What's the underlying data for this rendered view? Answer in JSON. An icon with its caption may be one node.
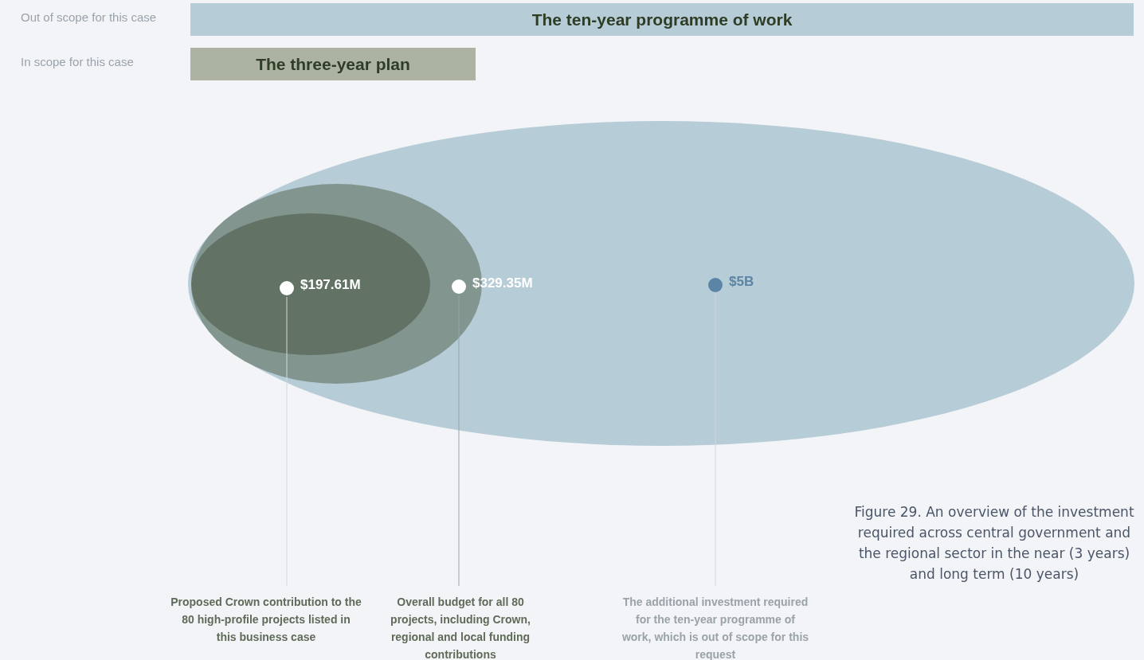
{
  "diagram": {
    "caption": "Figure 29. An overview of the investment required across central government and the regional sector in the near (3 years) and long term (10 years)",
    "nodes": [
      {
        "text": [
          "The ten-year programme of work"
        ]
      },
      {
        "text": [
          "The three-year plan"
        ]
      },
      {
        "text": [],
        "shape": "ellipse"
      },
      {
        "text": [],
        "shape": "ellipse",
        "in": 2
      },
      {
        "text": [],
        "shape": "ellipse",
        "in": 3
      },
      {
        "text": [
          "$197.61M"
        ],
        "in": 4
      },
      {
        "text": [
          "$329.35M"
        ],
        "in": 3
      },
      {
        "text": [
          "$5B"
        ],
        "in": 2
      },
      {
        "text": [
          "Proposed Crown contribution to the 80 high-profile projects listed in this business case"
        ]
      },
      {
        "text": [
          "Overall budget for all 80 projects, including Crown, regional and local funding contributions"
        ]
      },
      {
        "text": [
          "The additional investment required for the ten-year programme of work, which is out of scope for this request"
        ]
      }
    ],
    "edges": [
      {
        "from": 8,
        "to": 5,
        "arrow": "none"
      },
      {
        "from": 9,
        "to": 6,
        "arrow": "none"
      },
      {
        "from": 10,
        "to": 7,
        "arrow": "none"
      }
    ],
    "labels": [
      "Out of scope for this case",
      "In scope for this case"
    ]
  }
}
